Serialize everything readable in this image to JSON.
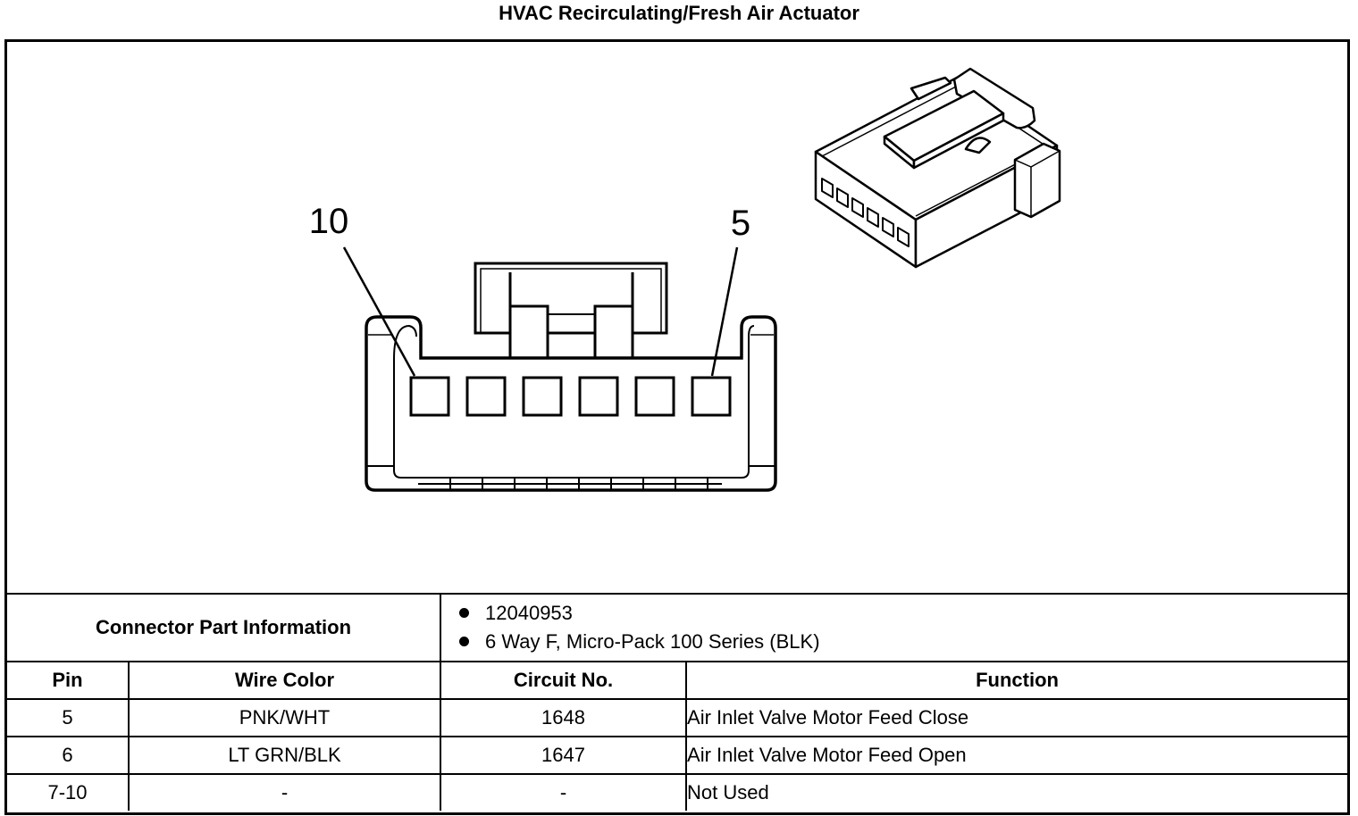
{
  "title": "HVAC Recirculating/Fresh Air Actuator",
  "diagram": {
    "pin_label_left": "10",
    "pin_label_right": "5"
  },
  "connector_info": {
    "label": "Connector Part Information",
    "items": [
      "12040953",
      "6 Way F, Micro-Pack 100 Series (BLK)"
    ]
  },
  "table": {
    "headers": [
      "Pin",
      "Wire Color",
      "Circuit No.",
      "Function"
    ],
    "rows": [
      [
        "5",
        "PNK/WHT",
        "1648",
        "Air Inlet Valve Motor Feed Close"
      ],
      [
        "6",
        "LT GRN/BLK",
        "1647",
        "Air Inlet Valve Motor Feed Open"
      ],
      [
        "7-10",
        "-",
        "-",
        "Not Used"
      ]
    ]
  }
}
